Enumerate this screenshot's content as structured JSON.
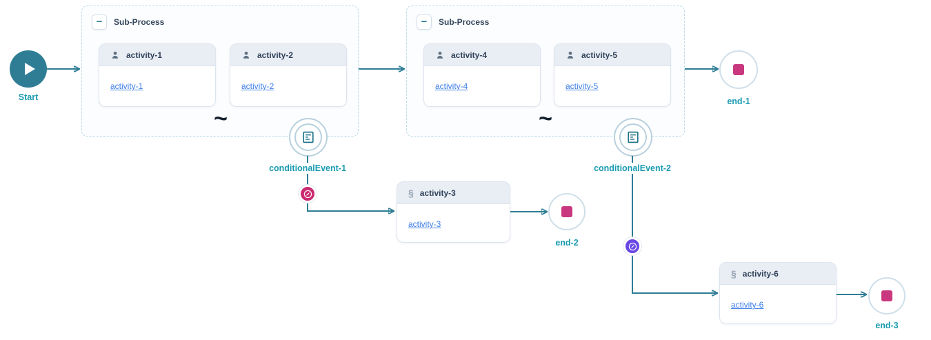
{
  "colors": {
    "flow_teal": "#2e7d95",
    "label_teal": "#1a9bb0",
    "link_blue": "#3e7fe8",
    "card_header_bg": "#e9edf4",
    "subprocess_border": "#badbe8",
    "end_pink": "#c9377e",
    "badge_pink": "#cb2b71",
    "badge_purple": "#6847e5"
  },
  "icons": {
    "collapse": "−",
    "script": "§",
    "adhoc_marker": "~"
  },
  "diagram": {
    "start": {
      "label": "Start"
    },
    "subprocess1": {
      "title": "Sub-Process",
      "activity1": {
        "title": "activity-1",
        "link": "activity-1"
      },
      "activity2": {
        "title": "activity-2",
        "link": "activity-2"
      },
      "event": {
        "label": "conditionalEvent-1"
      }
    },
    "subprocess2": {
      "title": "Sub-Process",
      "activity4": {
        "title": "activity-4",
        "link": "activity-4"
      },
      "activity5": {
        "title": "activity-5",
        "link": "activity-5"
      },
      "event": {
        "label": "conditionalEvent-2"
      }
    },
    "activity3": {
      "title": "activity-3",
      "link": "activity-3"
    },
    "activity6": {
      "title": "activity-6",
      "link": "activity-6"
    },
    "end1": {
      "label": "end-1"
    },
    "end2": {
      "label": "end-2"
    },
    "end3": {
      "label": "end-3"
    }
  }
}
